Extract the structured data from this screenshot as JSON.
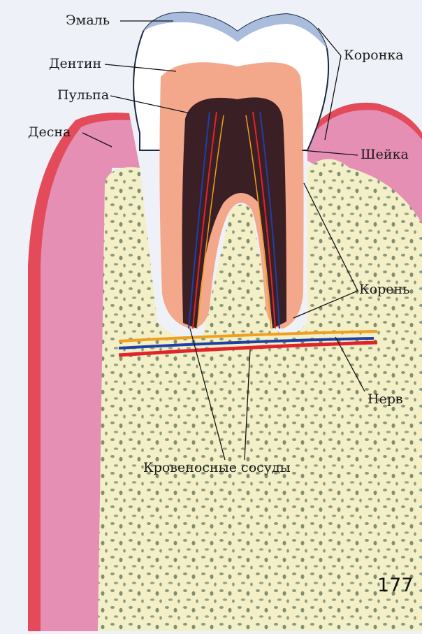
{
  "labels": {
    "enamel": "Эмаль",
    "dentin": "Дентин",
    "pulp": "Пульпа",
    "gum": "Десна",
    "crown": "Коронка",
    "neck": "Шейка",
    "root": "Корень",
    "nerve": "Нерв",
    "vessels": "Кровеносные сосуды"
  },
  "page_number": "177",
  "colors": {
    "background": "#eef2f8",
    "gum": "#e58fb5",
    "gum_edge": "#e44b5a",
    "bone": "#f3efc6",
    "bone_pores": "#8a9a7e",
    "enamel": "#ffffff",
    "dentin": "#f3a88c",
    "pulp": "#3a2024",
    "artery": "#e0242c",
    "vein": "#1f3fa8",
    "nerve": "#f0a020"
  }
}
